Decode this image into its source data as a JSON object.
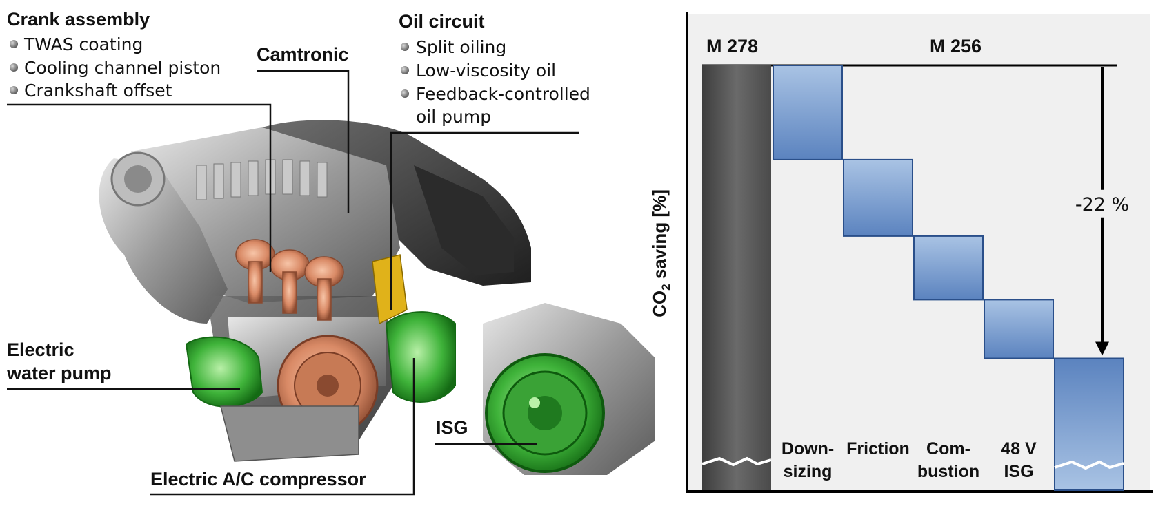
{
  "engine_diagram": {
    "crank_assembly": {
      "title": "Crank assembly",
      "items": [
        "TWAS coating",
        "Cooling channel piston",
        "Crankshaft offset"
      ]
    },
    "camtronic": {
      "title": "Camtronic"
    },
    "oil_circuit": {
      "title": "Oil circuit",
      "items": [
        "Split oiling",
        "Low-viscosity oil",
        "Feedback-controlled",
        "oil pump"
      ]
    },
    "water_pump": {
      "lines": [
        "Electric",
        "water pump"
      ]
    },
    "ac_compressor": {
      "title": "Electric A/C compressor"
    },
    "isg": {
      "title": "ISG"
    }
  },
  "chart_data": {
    "type": "bar",
    "subtype": "waterfall",
    "ylabel_main": "CO",
    "ylabel_sub": "2",
    "ylabel_rest": " saving [%]",
    "group_labels": {
      "baseline": "M 278",
      "new": "M 256"
    },
    "categories": [
      {
        "line1": "",
        "line2": ""
      },
      {
        "line1": "Down-",
        "line2": "sizing"
      },
      {
        "line1": "Friction",
        "line2": ""
      },
      {
        "line1": "Com-",
        "line2": "bustion"
      },
      {
        "line1": "48 V",
        "line2": "ISG"
      },
      {
        "line1": "",
        "line2": ""
      }
    ],
    "baseline_value": 100,
    "steps": [
      7.4,
      6.0,
      5.0,
      4.6
    ],
    "result_value": 77.0,
    "total_annotation": "-22 %",
    "axis_break": true,
    "colors": {
      "baseline": "#555555",
      "step": "#5b83bf",
      "step_light": "#a9c3e4",
      "border": "#2a4f8a",
      "panel": "#f0f0f0"
    }
  }
}
